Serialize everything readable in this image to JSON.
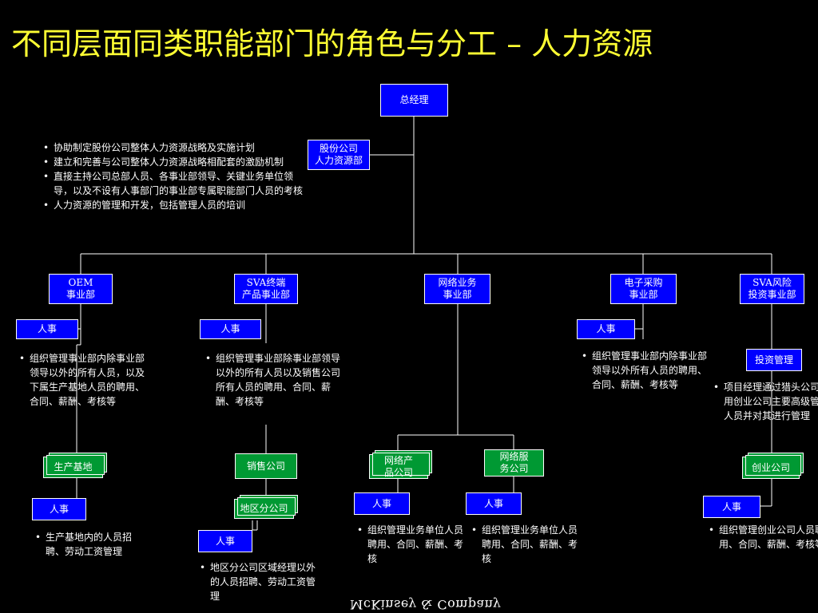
{
  "title": "不同层面同类职能部门的角色与分工 – 人力资源",
  "boxes": {
    "gm": "总经理",
    "hq_hr": "股份公司\n人力资源部",
    "oem": "OEM\n事业部",
    "sva_terminal": "SVA终端\n产品事业部",
    "network": "网络业务\n事业部",
    "eprocure": "电子采购\n事业部",
    "sva_vc": "SVA风险\n投资事业部",
    "hr1": "人事",
    "hr2": "人事",
    "hr3": "人事",
    "vc_mgmt": "投资管理",
    "hr4": "人事",
    "hr5": "人事",
    "hr6": "人事",
    "hr7": "人事",
    "hr8": "人事"
  },
  "green_boxes": {
    "production_base": "生产基地",
    "sales_company": "销售公司",
    "regional_branch": "地区分公司",
    "net_product_co": "网络产\n品公司",
    "net_service_co": "网络服\n务公司",
    "startup_co": "创业公司"
  },
  "notes": {
    "hq_hr": [
      "协助制定股份公司整体人力资源战略及实施计划",
      "建立和完善与公司整体人力资源战略相配套的激励机制",
      "直接主持公司总部人员、各事业部领导、关键业务单位领导，以及不设有人事部门的事业部专属职能部门人员的考核",
      "人力资源的管理和开发，包括管理人员的培训"
    ],
    "oem": [
      "组织管理事业部内除事业部领导以外的所有人员，以及下属生产基地人员的聘用、合同、薪酬、考核等"
    ],
    "sva_terminal": [
      "组织管理事业部除事业部领导以外的所有人员以及销售公司所有人员的聘用、合同、薪酬、考核等"
    ],
    "eprocure": [
      "组织管理事业部内除事业部领导以外所有人员的聘用、合同、薪酬、考核等"
    ],
    "vc": [
      "项目经理通过猎头公司聘用创业公司主要高级管理人员并对其进行管理"
    ],
    "production_base": [
      "生产基地内的人员招聘、劳动工资管理"
    ],
    "regional_branch": [
      "地区分公司区域经理以外的人员招聘、劳动工资管理"
    ],
    "net_product": [
      "组织管理业务单位人员聘用、合同、薪酬、考核"
    ],
    "net_service": [
      "组织管理业务单位人员聘用、合同、薪酬、考核"
    ],
    "startup": [
      "组织管理创业公司人员聘用、合同、薪酬、考核等"
    ]
  },
  "footer": "McKinsey & Company"
}
